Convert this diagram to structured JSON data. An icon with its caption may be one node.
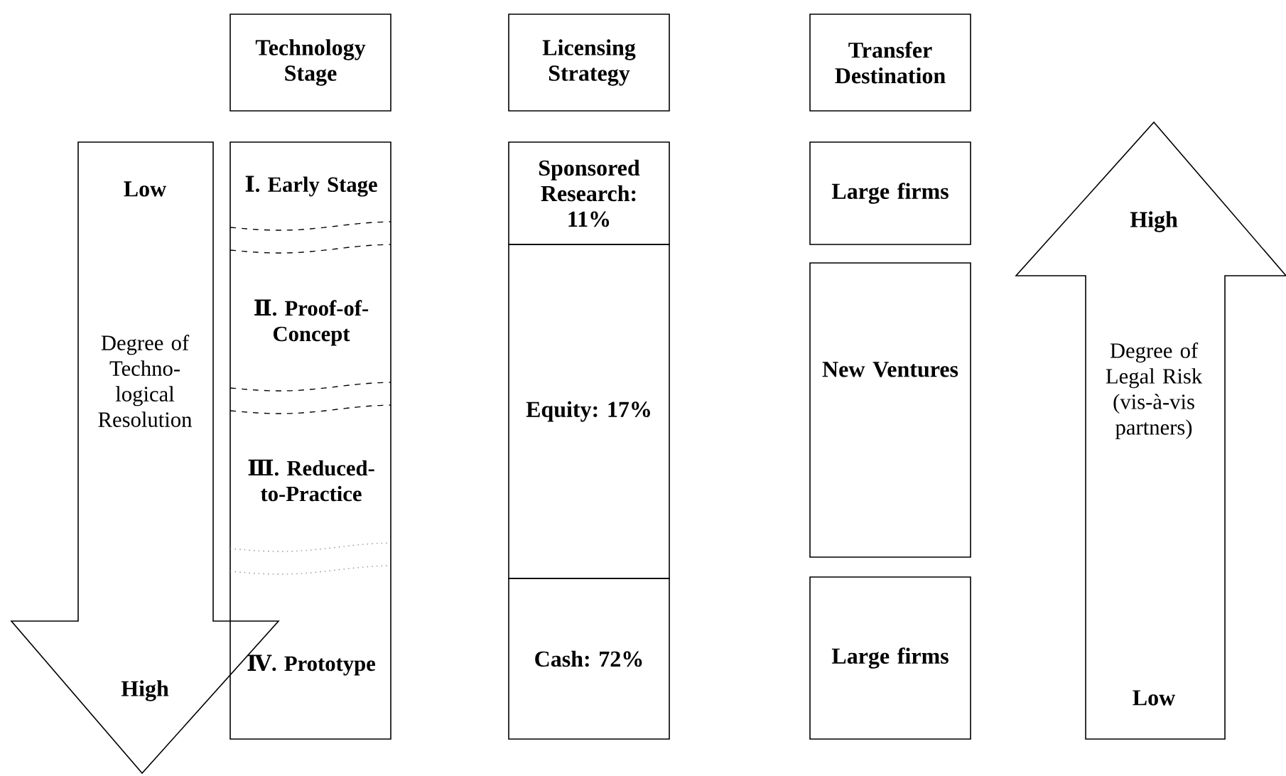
{
  "diagram": {
    "nodes": [
      {
        "text": [
          "Technology Stage"
        ]
      },
      {
        "text": [
          "Licensing Strategy"
        ]
      },
      {
        "text": [
          "Transfer Destination"
        ]
      },
      {
        "text": [
          "Low",
          "Degree of Techno- logical Resolution",
          "High"
        ]
      },
      {
        "text": [
          "Ⅰ. Early Stage",
          "Ⅱ. Proof-of- Concept",
          "Ⅲ. Reduced- to-Practice",
          "Ⅳ. Prototype"
        ]
      },
      {
        "text": [
          "Sponsored Research: 11%"
        ]
      },
      {
        "text": [
          "Equity: 17%"
        ]
      },
      {
        "text": [
          "Cash: 72%"
        ]
      },
      {
        "text": [
          "Large firms"
        ]
      },
      {
        "text": [
          "New Ventures"
        ]
      },
      {
        "text": [
          "Large firms"
        ]
      },
      {
        "text": [
          "High",
          "Degree of Legal Risk (vis-à-vis partners)",
          "Low"
        ]
      }
    ]
  }
}
